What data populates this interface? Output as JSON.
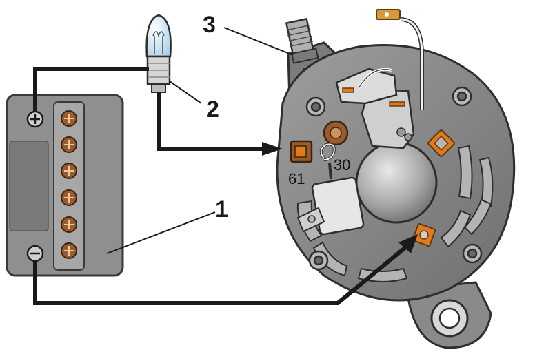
{
  "callouts": {
    "battery": "1",
    "lamp": "2",
    "alternator": "3"
  },
  "terminals": {
    "t61": "61",
    "t30": "30"
  },
  "battery_terminals": {
    "positive_icon": "plus-icon",
    "negative_icon": "minus-icon"
  },
  "colors": {
    "wire": "#1a1a1a",
    "battery_body": "#8f8f8f",
    "alternator_body": "#8c8c8c",
    "terminal_orange": "#e07a1c",
    "copper_cap": "#9a5a2a",
    "bulb_glass": "#cfe6f5"
  }
}
